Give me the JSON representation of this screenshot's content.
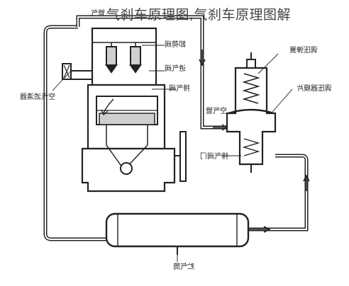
{
  "caption": "气刹车原理图,气刹车原理图解",
  "labels": {
    "top_pipe": "管气",
    "unload_valve": "卸荷阀",
    "intake_valve": "进气阀",
    "exhaust_valve": "排气阀",
    "air_filter": "空气滤清器",
    "regulator_spring": "调压弹簧",
    "regulator_diaphragm": "调压器膜片",
    "air_pipe": "空气管",
    "exhaust_valve_gate": "排气阀门",
    "air_tank": "贮气筒"
  },
  "colors": {
    "line": "#222222",
    "fill_gray": "#cfcfcf",
    "caption": "#444444"
  }
}
